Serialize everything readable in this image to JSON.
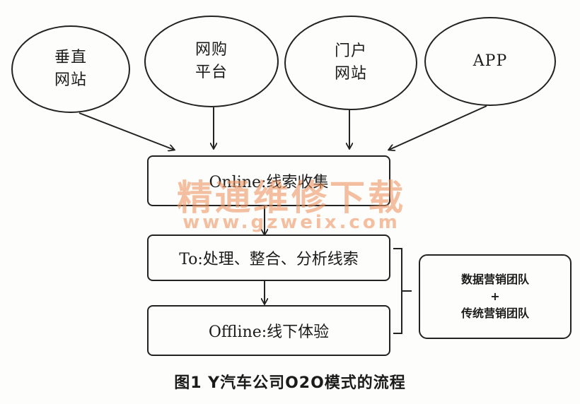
{
  "sources": [
    {
      "line1": "垂直",
      "line2": "网站"
    },
    {
      "line1": "网购",
      "line2": "平台"
    },
    {
      "line1": "门户",
      "line2": "网站"
    },
    {
      "line1": "APP",
      "line2": ""
    }
  ],
  "steps": {
    "online": "Online:线索收集",
    "to": "To:处理、整合、分析线索",
    "offline": "Offline:线下体验"
  },
  "team": {
    "line1": "数据营销团队",
    "plus": "+",
    "line2": "传统营销团队"
  },
  "watermark": {
    "line1": "精通维修下载",
    "line2": "www.gzweix.com"
  },
  "caption": "图1 Y汽车公司O2O模式的流程"
}
